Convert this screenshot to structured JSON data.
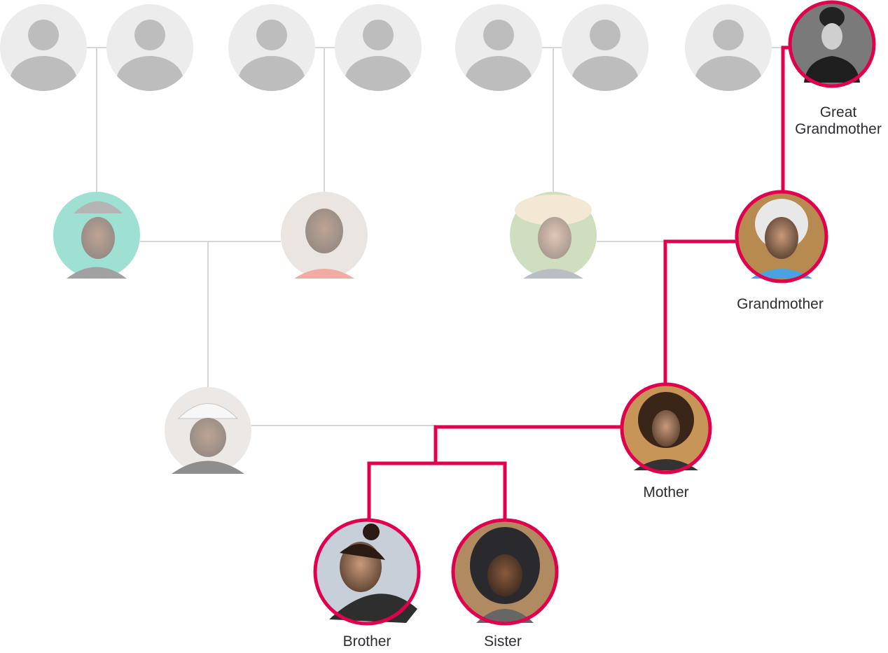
{
  "colors": {
    "highlight": "#e0004d",
    "line": "#d6d6d6",
    "placeholder_bg": "#ececec",
    "placeholder_fg": "#bdbdbd"
  },
  "labels": {
    "great_grandmother_line1": "Great",
    "great_grandmother_line2": "Grandmother",
    "grandmother": "Grandmother",
    "mother": "Mother",
    "brother": "Brother",
    "sister": "Sister"
  }
}
